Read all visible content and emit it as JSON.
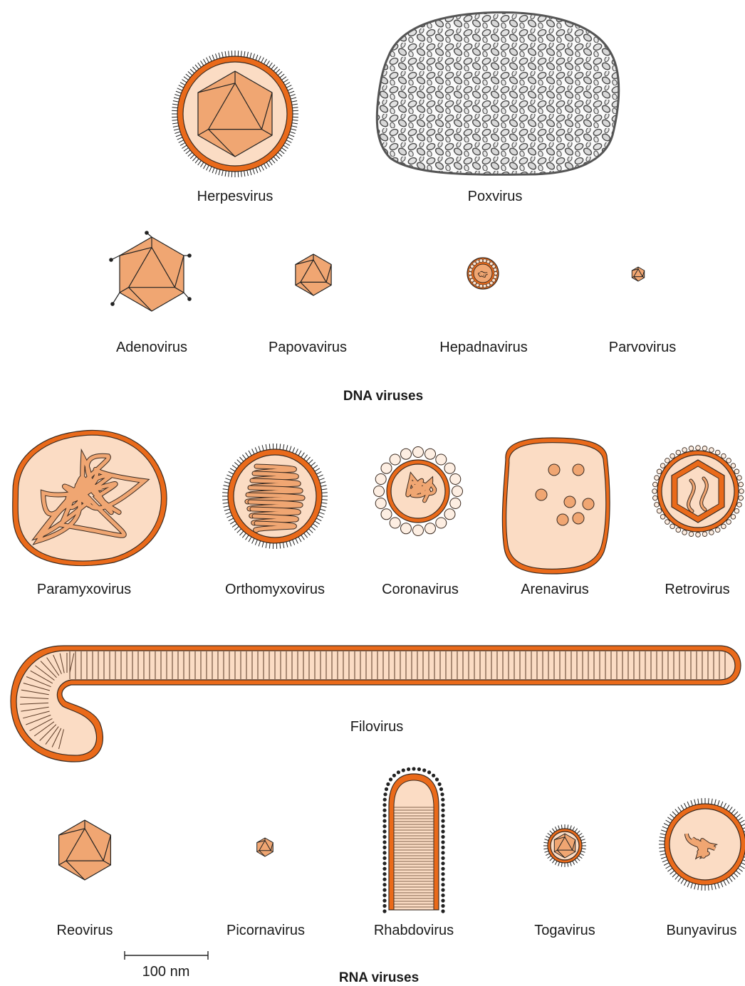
{
  "dna_section": {
    "heading": "DNA viruses",
    "viruses": {
      "herpesvirus": "Herpesvirus",
      "poxvirus": "Poxvirus",
      "adenovirus": "Adenovirus",
      "papovavirus": "Papovavirus",
      "hepadnavirus": "Hepadnavirus",
      "parvovirus": "Parvovirus"
    }
  },
  "rna_section": {
    "heading": "RNA viruses",
    "viruses": {
      "paramyxovirus": "Paramyxovirus",
      "orthomyxovirus": "Orthomyxovirus",
      "coronavirus": "Coronavirus",
      "arenavirus": "Arenavirus",
      "retrovirus": "Retrovirus",
      "filovirus": "Filovirus",
      "reovirus": "Reovirus",
      "picornavirus": "Picornavirus",
      "rhabdovirus": "Rhabdovirus",
      "togavirus": "Togavirus",
      "bunyavirus": "Bunyavirus"
    }
  },
  "scale_bar": {
    "label": "100 nm"
  },
  "colors": {
    "envelope": "#ea6a1a",
    "capsid": "#f0a672",
    "interior": "#fbdcc4",
    "outline": "#3a2a20"
  }
}
